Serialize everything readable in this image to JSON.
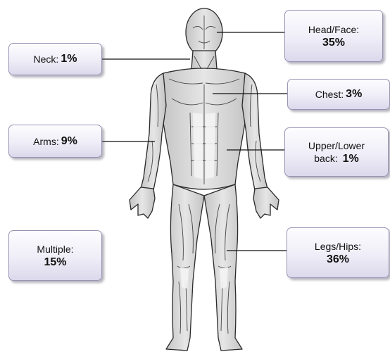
{
  "labels": {
    "head_face": {
      "name": "Head/Face:",
      "value": "35%"
    },
    "neck": {
      "name": "Neck:",
      "value": "1%"
    },
    "chest": {
      "name": "Chest:",
      "value": "3%"
    },
    "arms": {
      "name": "Arms:",
      "value": "9%"
    },
    "upper_lower_back": {
      "name_line1": "Upper/Lower",
      "name_line2": "back:",
      "value": "1%"
    },
    "multiple": {
      "name": "Multiple:",
      "value": "15%"
    },
    "legs_hips": {
      "name": "Legs/Hips:",
      "value": "36%"
    }
  },
  "colors": {
    "box_border": "#9a93b3",
    "box_fill_bottom": "#dcd8ec",
    "figure_fill": "#d6d6d6",
    "figure_outline": "#2a2a2a",
    "connector": "#111111"
  }
}
